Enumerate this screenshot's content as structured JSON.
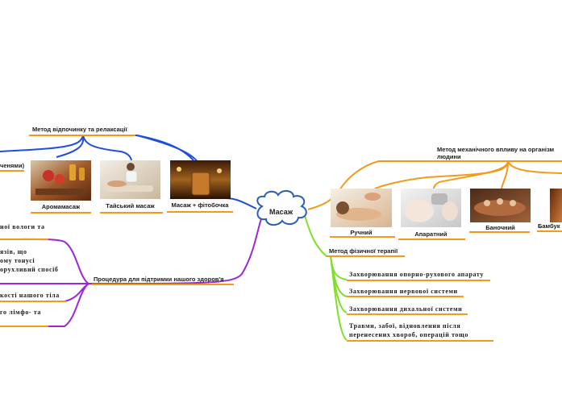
{
  "center": {
    "label": "Масаж"
  },
  "branches": {
    "relax": {
      "title": "Метод відпочинку та релаксації",
      "cut_label": "ченями)",
      "images": [
        "Аромамасаж",
        "Тайський масаж",
        "Масаж + фітобочка"
      ]
    },
    "mechanical": {
      "title_line1": "Метод механічного впливу на організм",
      "title_line2": "людини",
      "images": [
        "Ручний",
        "Апаратний",
        "Баночний",
        "Бамбук"
      ]
    },
    "health": {
      "title": "Процедура для підтримки нашого здоров'я",
      "cut_lines": [
        "ної вологи та",
        "язів, що",
        "ому тонусі",
        "орухливий спосіб",
        "кості нашого тіла",
        "го лімфо- та"
      ]
    },
    "physio": {
      "title": "Метод фізичної терапії",
      "items": [
        "Захворювання опорно-рухового апарату",
        "Захворювання нервової системи",
        "Захворювання дихальної системи",
        "Травми, забої, відновлення після",
        "перенесених хвороб, операцій тощо"
      ]
    }
  },
  "colors": {
    "blue": "#1f4fd8",
    "orange": "#f39a1a",
    "purple": "#9b28d6",
    "green": "#7ee02a",
    "cloud": "#2a5fb0"
  }
}
